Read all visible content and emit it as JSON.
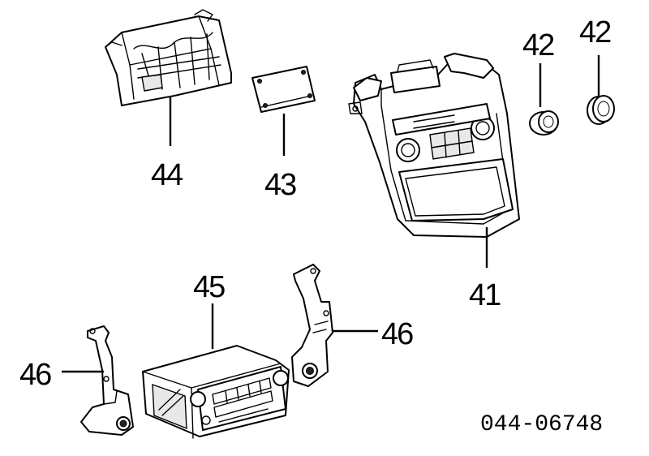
{
  "callouts": {
    "c41": "41",
    "c42a": "42",
    "c42b": "42",
    "c43": "43",
    "c44": "44",
    "c45": "45",
    "c46a": "46",
    "c46b": "46"
  },
  "diagram_code": "044-06748"
}
